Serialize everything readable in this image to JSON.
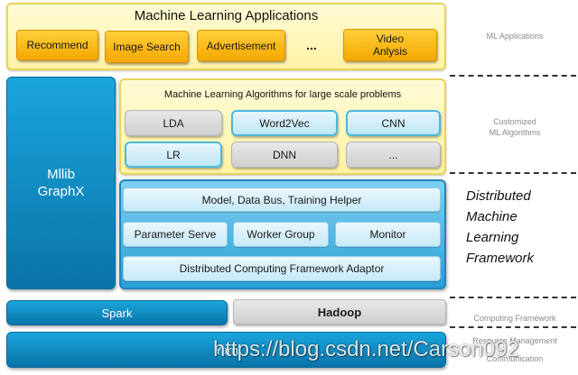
{
  "ml_applications": {
    "title": "Machine Learning Applications",
    "items": [
      {
        "label": "Recommend"
      },
      {
        "label": "Image Search"
      },
      {
        "label": "Advertisement"
      },
      {
        "label": "..."
      },
      {
        "label": "Video\nAnlysis"
      }
    ]
  },
  "ml_algorithms": {
    "title": "Machine Learning Algorithms for large scale problems",
    "items": [
      {
        "label": "LDA"
      },
      {
        "label": "Word2Vec"
      },
      {
        "label": "CNN"
      },
      {
        "label": "LR"
      },
      {
        "label": "DNN"
      },
      {
        "label": "..."
      }
    ]
  },
  "mllib": {
    "line1": "Mllib",
    "line2": "GraphX"
  },
  "framework": {
    "rows": [
      {
        "label": "Model, Data Bus,  Training Helper"
      },
      {
        "label": "Parameter Serve"
      },
      {
        "label": "Worker Group"
      },
      {
        "label": "Monitor"
      },
      {
        "label": "Distributed Computing Framework Adaptor"
      }
    ],
    "caption_lines": [
      "Distributed",
      "Machine",
      "Learning",
      "Framework"
    ]
  },
  "computing": {
    "spark": "Spark",
    "hadoop": "Hadoop"
  },
  "resource": {
    "yarn": "Yarn"
  },
  "side_labels": {
    "ml_applications": "ML Applications",
    "customized_line1": "Customized",
    "customized_line2": "ML Algorithms",
    "computing_framework": "Computing  Framework",
    "resource_line1": "Resource Management",
    "resource_line2": "Communication"
  },
  "watermark": "https://blog.csdn.net/Carson092"
}
